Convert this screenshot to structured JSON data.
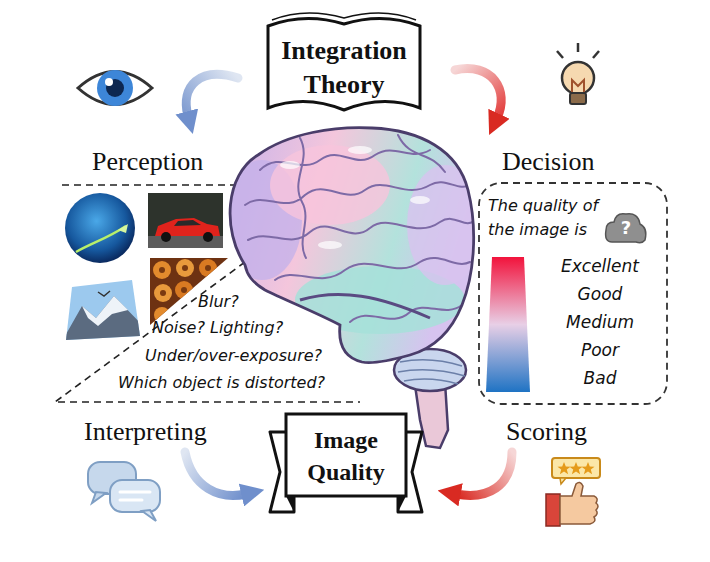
{
  "diagram": {
    "nodes": [
      {
        "text": [
          "Integration Theory"
        ]
      },
      {
        "text": [
          "The quality of the image is",
          "Excellent",
          "Good",
          "Medium",
          "Poor",
          "Bad"
        ]
      },
      {
        "text": [
          "?"
        ],
        "in": 1
      },
      {
        "text": [
          "Image Quality"
        ]
      }
    ],
    "labels": [
      "Perception",
      "Decision",
      "Blur?",
      "Noise? Lighting?",
      "Under/over-exposure?",
      "Which object is distorted?",
      "Interpreting",
      "Scoring"
    ]
  }
}
